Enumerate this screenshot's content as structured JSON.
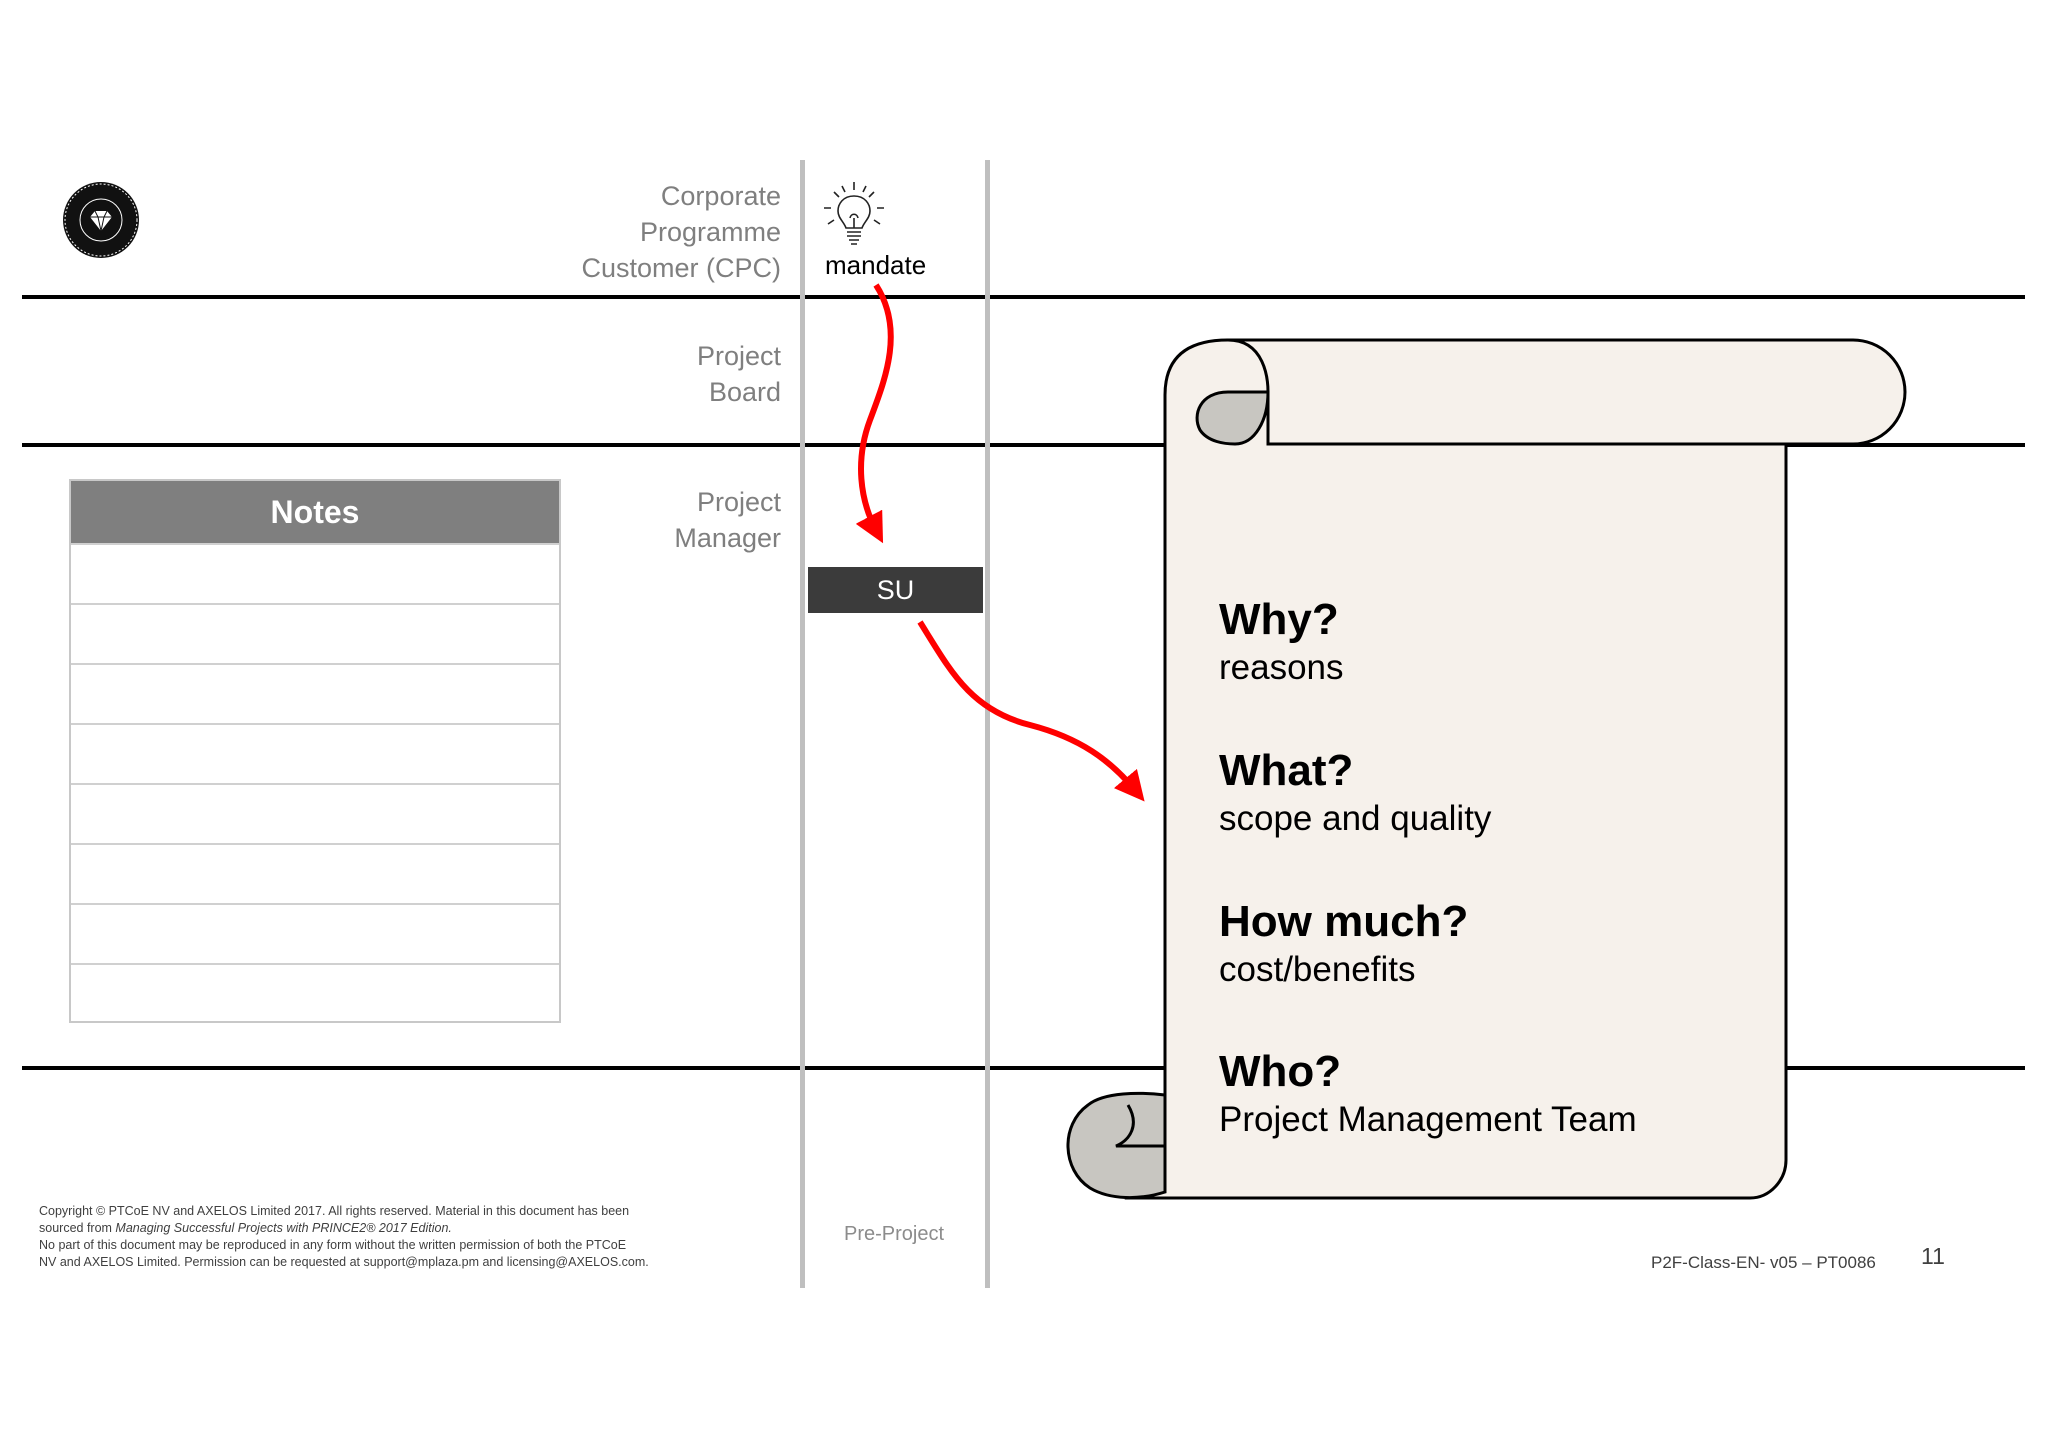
{
  "roles": {
    "cpc": "Corporate\nProgramme\nCustomer (CPC)",
    "board": "Project\nBoard",
    "manager": "Project\nManager"
  },
  "notes": {
    "title": "Notes",
    "rows": 8
  },
  "mandate_label": "mandate",
  "su_label": "SU",
  "scroll": {
    "items": [
      {
        "question": "Why?",
        "answer": "reasons"
      },
      {
        "question": "What?",
        "answer": "scope and quality"
      },
      {
        "question": "How much?",
        "answer": "cost/benefits"
      },
      {
        "question": "Who?",
        "answer": "Project Management Team"
      }
    ]
  },
  "footer": {
    "stage_label": "Pre-Project",
    "copyright_line1": "Copyright © PTCoE NV and AXELOS Limited 2017. All rights reserved. Material in this document has been",
    "copyright_line2_prefix": "sourced from ",
    "copyright_line2_title": "Managing Successful Projects with PRINCE2® 2017 Edition.",
    "copyright_line3": "No part of this document may be reproduced in any form without the written permission of both the PTCoE",
    "copyright_line4": "NV and AXELOS Limited. Permission can be requested at support@mplaza.pm and licensing@AXELOS.com.",
    "doc_ref": "P2F-Class-EN- v05 – PT0086",
    "page_number": "11"
  },
  "colors": {
    "arrow": "#ff0000",
    "scroll_fill": "#f6f1eb",
    "scroll_curl": "#c8c6c1",
    "su_bg": "#3b3b3b",
    "notes_header": "#7f7f7f"
  },
  "logo": {
    "ring_text": "Professional Training · Centre of Excellence"
  }
}
